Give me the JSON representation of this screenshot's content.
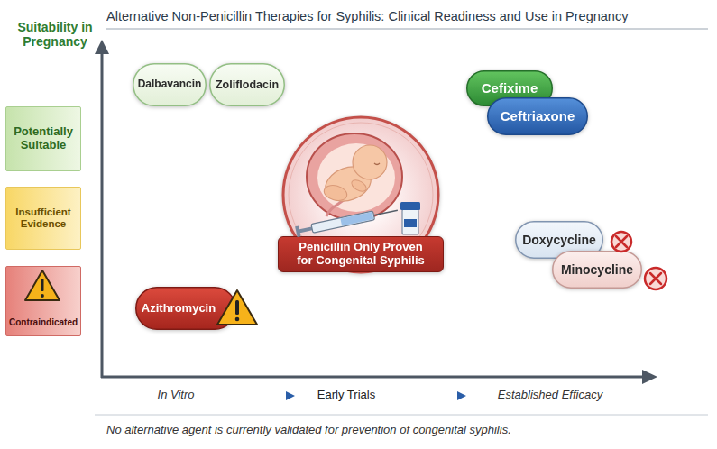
{
  "diagram": {
    "title": "Alternative Non-Penicillin Therapies for Syphilis: Clinical Readiness and Use in Pregnancy",
    "caption": "No alternative agent is currently validated for prevention of congenital syphilis.",
    "nodes": [
      {
        "text": [
          "Dalbavancin"
        ]
      },
      {
        "text": [
          "Zoliflodacin"
        ]
      },
      {
        "text": [
          "Cefixime"
        ]
      },
      {
        "text": [
          "Ceftriaxone"
        ]
      },
      {
        "text": [
          "Potentially Suitable"
        ]
      },
      {
        "text": [
          "Penicillin Only Proven for Congenital Syphilis"
        ]
      },
      {
        "text": [
          "Insufficient Evidence"
        ]
      },
      {
        "text": [
          "Doxycycline"
        ]
      },
      {
        "text": [
          "Minocycline"
        ]
      },
      {
        "text": [
          "Contraindicated"
        ]
      },
      {
        "text": [
          "Azithromycin"
        ]
      }
    ],
    "labels": [
      "Suitability in Pregnancy",
      "In Vitro",
      "Early Trials",
      "Established Efficacy"
    ]
  }
}
